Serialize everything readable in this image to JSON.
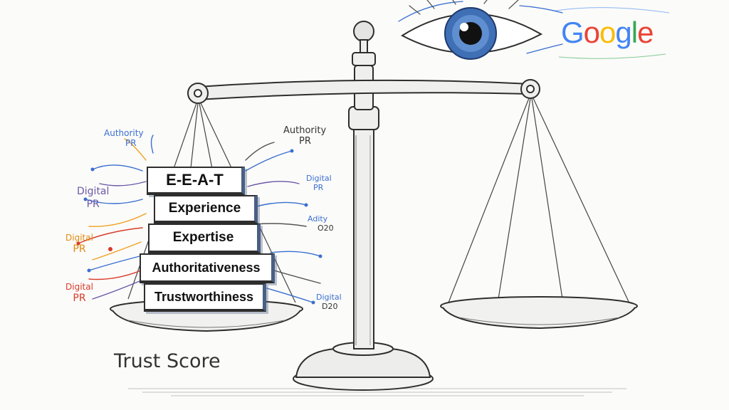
{
  "blocks": [
    "E-E-A-T",
    "Experience",
    "Expertise",
    "Authoritativeness",
    "Trustworthiness"
  ],
  "caption": "Trust Score",
  "brand": {
    "letters": [
      "G",
      "o",
      "o",
      "g",
      "l",
      "e"
    ],
    "colors": [
      "#4285f4",
      "#ea4335",
      "#fbbc05",
      "#4285f4",
      "#34a853",
      "#ea4335"
    ]
  },
  "annotations": {
    "authority_top_left_1": "Authority",
    "authority_top_left_2": "PR",
    "authority_right_1": "Authority",
    "authority_right_2": "PR",
    "digital_pr_1_a": "Digital",
    "digital_pr_1_b": "PR",
    "digital_pr_2_a": "Digital",
    "digital_pr_2_b": "PR",
    "digital_pr_3_a": "Digital",
    "digital_pr_3_b": "PR",
    "digital_right_1": "Digital",
    "digital_right_1_b": "PR",
    "adity_right": "Adity",
    "adity_right_b": "O20",
    "digital_right_2": "Digital",
    "digital_right_2_b": "D20"
  },
  "colors": {
    "ink": "#2e2e2e",
    "iris": "#3f6fb5",
    "accent_blue": "#3a6fd0",
    "accent_orange": "#f0a020",
    "accent_red": "#d83a2a",
    "accent_purple": "#6b58a8"
  }
}
